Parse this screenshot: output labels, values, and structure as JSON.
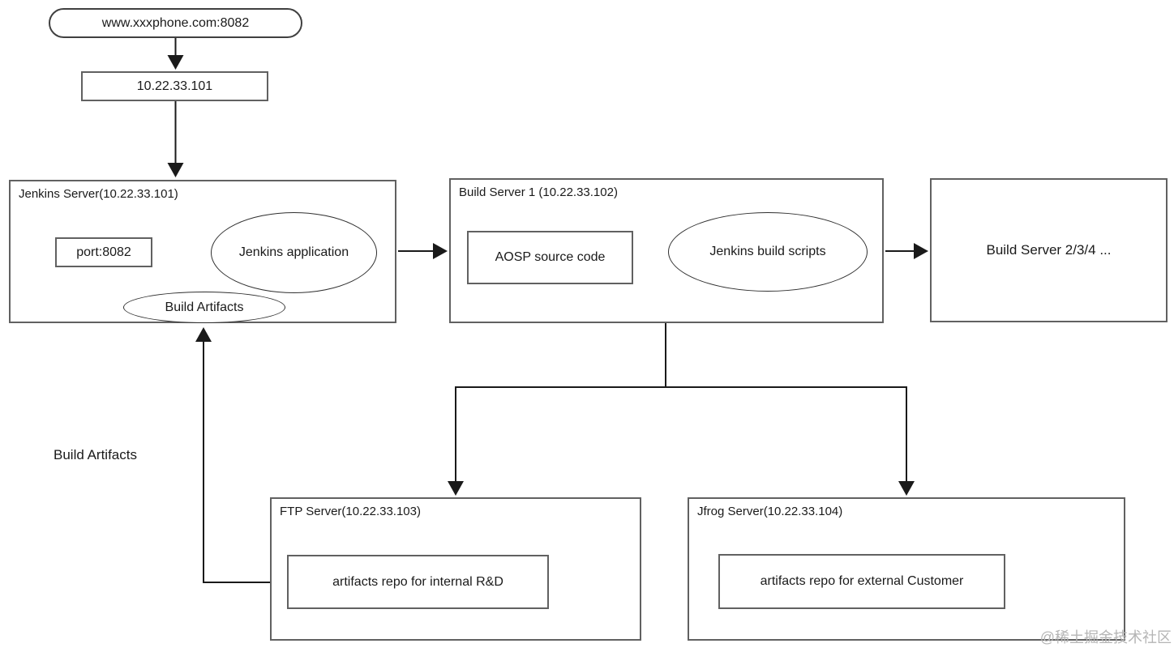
{
  "url_node": {
    "label": "www.xxxphone.com:8082"
  },
  "ip_node": {
    "label": "10.22.33.101"
  },
  "jenkins_server": {
    "title": "Jenkins Server(10.22.33.101)",
    "port_box": "port:8082",
    "application_ellipse": "Jenkins application",
    "artifacts_ellipse": "Build Artifacts"
  },
  "build_server_1": {
    "title": "Build Server 1 (10.22.33.102)",
    "source_box": "AOSP source code",
    "scripts_ellipse": "Jenkins build scripts"
  },
  "build_server_others": {
    "label": "Build Server 2/3/4 ..."
  },
  "ftp_server": {
    "title": "FTP Server(10.22.33.103)",
    "repo_box": "artifacts repo for internal R&D"
  },
  "jfrog_server": {
    "title": "Jfrog Server(10.22.33.104)",
    "repo_box": "artifacts repo for external Customer"
  },
  "flow_label": "Build Artifacts",
  "watermark": "@稀土掘金技术社区",
  "edges": [
    "www.xxxphone.com:8082 -> 10.22.33.101",
    "10.22.33.101 -> Jenkins Server(10.22.33.101)",
    "Jenkins Server(10.22.33.101) -> Build Server 1 (10.22.33.102)",
    "Build Server 1 (10.22.33.102) -> Build Server 2/3/4 ...",
    "Build Server 1 (10.22.33.102) -> FTP Server(10.22.33.103)",
    "Build Server 1 (10.22.33.102) -> Jfrog Server(10.22.33.104)",
    "FTP Server(10.22.33.103) -> Build Artifacts (Jenkins Server)"
  ],
  "colors": {
    "box_border": "#616161",
    "ellipse_border": "#2f2f2f",
    "connector": "#1a1a1a",
    "watermark": "#b5b5b5"
  }
}
